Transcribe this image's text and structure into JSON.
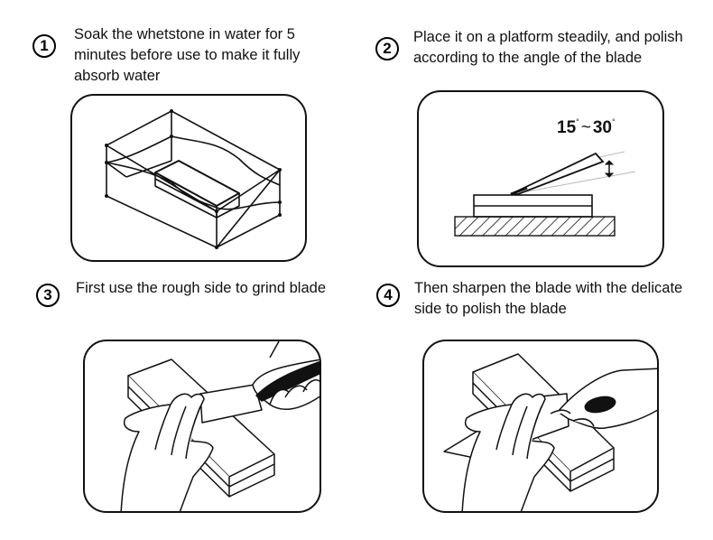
{
  "steps": [
    {
      "number": "1",
      "text": "Soak the whetstone in water for 5 minutes before use to make it fully absorb water",
      "illustration": "whetstone-soaking-in-water"
    },
    {
      "number": "2",
      "text": "Place it on a platform steadily, and polish according to the angle of the blade",
      "illustration": "blade-angle-on-stone"
    },
    {
      "number": "3",
      "text": "First use the rough side to grind blade",
      "illustration": "grinding-rough-side"
    },
    {
      "number": "4",
      "text": "Then sharpen the blade with the delicate side to polish the blade",
      "illustration": "polishing-delicate-side"
    }
  ],
  "angle_label": {
    "from": "15",
    "to": "30",
    "degree": "°",
    "separator": "~"
  },
  "colors": {
    "ink": "#111111",
    "background": "#ffffff",
    "guide_line": "#bbbbbb"
  }
}
